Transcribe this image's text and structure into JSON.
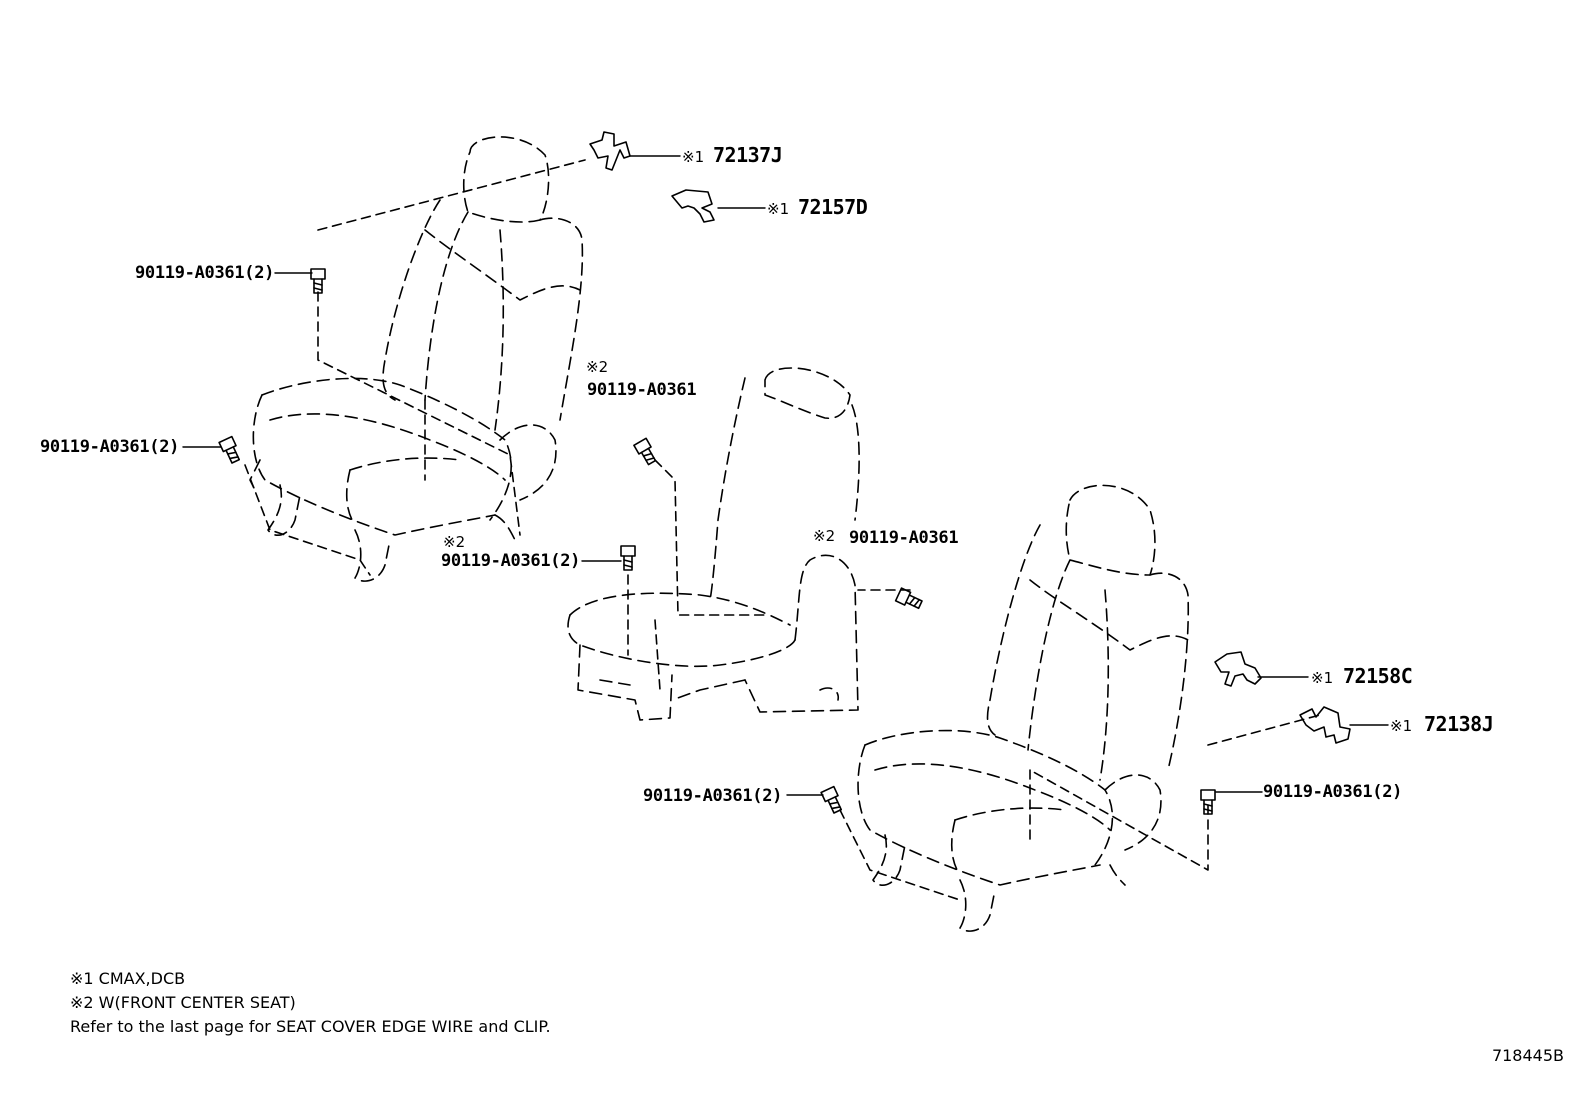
{
  "labels": {
    "p72137j_mark": "※1",
    "p72137j": "72137J",
    "p72157d_mark": "※1",
    "p72157d": "72157D",
    "bolt_tl": "90119-A0361(2)",
    "bolt_l": "90119-A0361(2)",
    "mid_note": "※2",
    "bolt_mid_top": "90119-A0361",
    "mid2_note": "※2",
    "bolt_mid_low": "90119-A0361(2)",
    "rc_note": "※2",
    "bolt_rc": "90119-A0361",
    "p72158c_mark": "※1",
    "p72158c": "72158C",
    "p72138j_mark": "※1",
    "p72138j": "72138J",
    "bolt_br_l": "90119-A0361(2)",
    "bolt_br_r": "90119-A0361(2)"
  },
  "notes": [
    "※1 CMAX,DCB",
    "※2 W(FRONT CENTER SEAT)",
    "Refer to the last page for SEAT COVER EDGE WIRE and CLIP."
  ],
  "figure_id": "718445B",
  "colors": {
    "line": "#000000",
    "background": "#ffffff"
  }
}
